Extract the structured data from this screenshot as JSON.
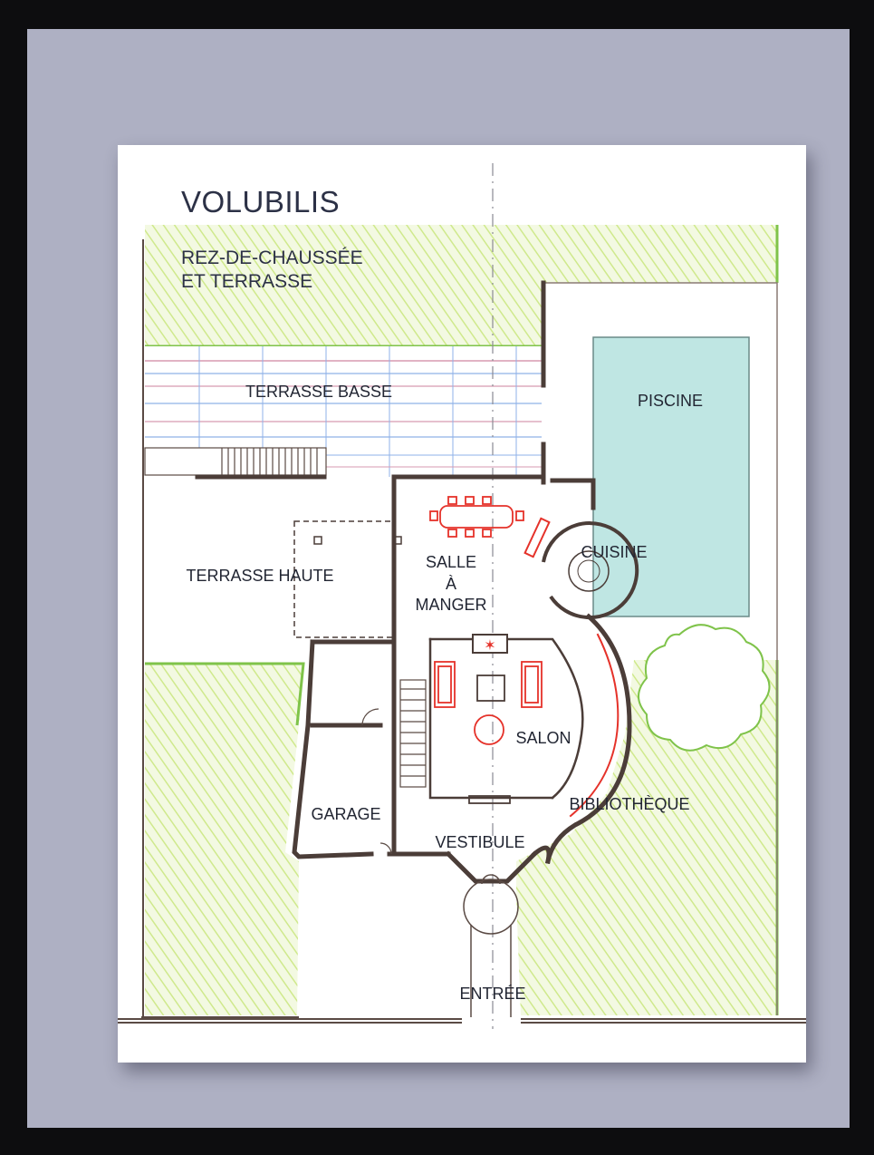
{
  "title": "VOLUBILIS",
  "subtitle_line1": "REZ-DE-CHAUSSÉE",
  "subtitle_line2": "ET TERRASSE",
  "rooms": {
    "terrasse_basse": "TERRASSE BASSE",
    "piscine": "PISCINE",
    "salle_line1": "SALLE",
    "salle_line2": "À",
    "salle_line3": "MANGER",
    "cuisine": "CUISINE",
    "terrasse_haute": "TERRASSE HAUTE",
    "salon": "SALON",
    "garage": "GARAGE",
    "bibliotheque": "BIBLIOTHÈQUE",
    "vestibule": "VESTIBULE",
    "entree": "ENTRÉE"
  },
  "colors": {
    "frame": "#aeb0c3",
    "lawn": "#d9ef9a",
    "lawn_edge": "#7fc34a",
    "pool": "#bfe6e3",
    "wall": "#5a4a44",
    "furniture": "#e5322a",
    "tile_blue": "#8fb2e8",
    "tile_pink": "#d79ab0"
  }
}
